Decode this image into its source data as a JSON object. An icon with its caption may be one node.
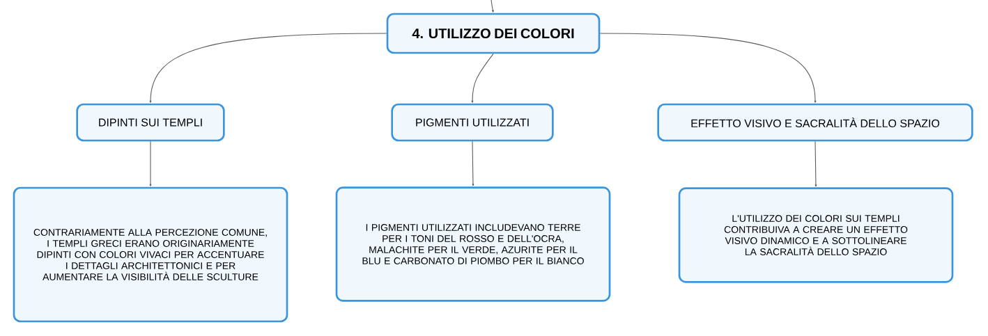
{
  "diagram": {
    "nodes": [
      {
        "text": [
          "4. UTILIZZO DEI COLORI"
        ]
      },
      {
        "text": [
          "DIPINTI SUI TEMPLI"
        ]
      },
      {
        "text": [
          "PIGMENTI UTILIZZATI"
        ]
      },
      {
        "text": [
          "EFFETTO VISIVO E SACRALITÀ DELLO SPAZIO"
        ]
      },
      {
        "text": [
          "CONTRARIAMENTE ALLA PERCEZIONE COMUNE, I TEMPLI GRECI ERANO ORIGINARIAMENTE DIPINTI CON COLORI VIVACI PER ACCENTUARE I DETTAGLI ARCHITETTONICI E PER AUMENTARE LA VISIBILITÀ DELLE SCULTURE"
        ]
      },
      {
        "text": [
          "I PIGMENTI UTILIZZATI INCLUDEVANO TERRE PER I TONI DEL ROSSO E DELL'OCRA, MALACHITE PER IL VERDE, AZURITE PER IL BLU E CARBONATO DI PIOMBO PER IL BIANCO"
        ]
      },
      {
        "text": [
          "L'UTILIZZO DEI COLORI SUI TEMPLI CONTRIBUIVA A CREARE UN EFFETTO VISIVO DINAMICO E A SOTTOLINEARE LA SACRALITÀ DELLO SPAZIO"
        ]
      }
    ],
    "edges": [
      {
        "from": null,
        "to": 0,
        "arrow": "to"
      },
      {
        "from": 0,
        "to": 1,
        "arrow": "to"
      },
      {
        "from": 0,
        "to": 2,
        "arrow": "to"
      },
      {
        "from": 0,
        "to": 3,
        "arrow": "to"
      },
      {
        "from": 1,
        "to": 4,
        "arrow": "to"
      },
      {
        "from": 2,
        "to": 5,
        "arrow": "to"
      },
      {
        "from": 3,
        "to": 6,
        "arrow": "to"
      }
    ]
  }
}
